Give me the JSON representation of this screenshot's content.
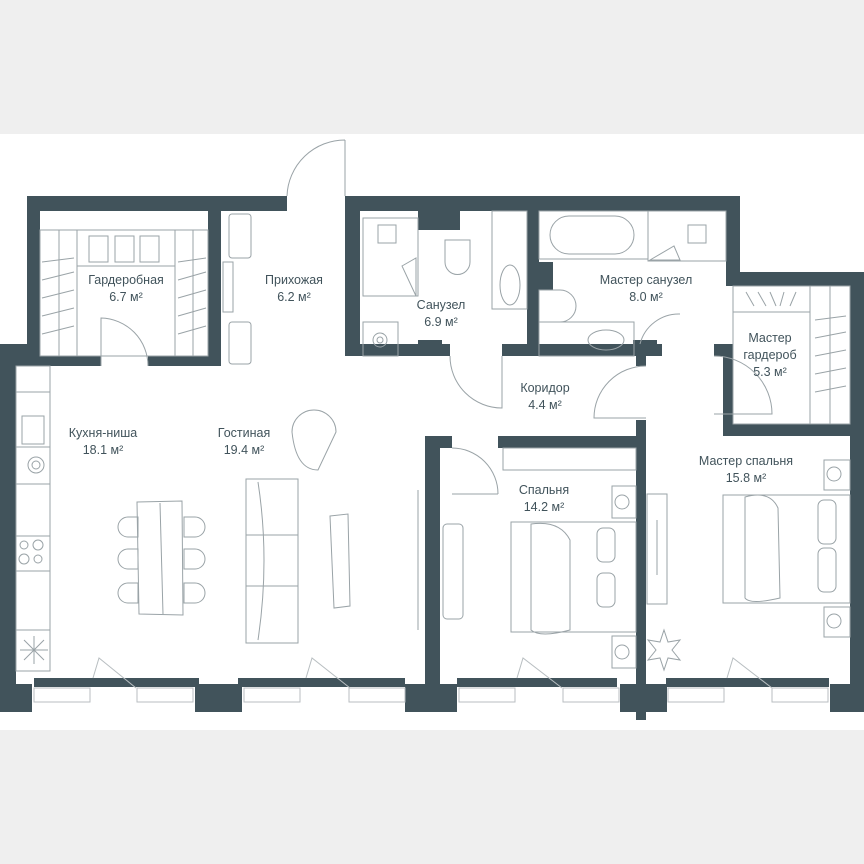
{
  "plan": {
    "colors": {
      "wall": "#41535b",
      "background": "#ffffff",
      "page": "#efefef",
      "fixture_line": "#9aa3a7",
      "label_text": "#41535b"
    },
    "unit": "м²",
    "rooms": [
      {
        "id": "wardrobe",
        "name": "Гардеробная",
        "area": "6.7 м²"
      },
      {
        "id": "hallway",
        "name": "Прихожая",
        "area": "6.2 м²"
      },
      {
        "id": "bathroom",
        "name": "Санузел",
        "area": "6.9 м²"
      },
      {
        "id": "master-bathroom",
        "name": "Мастер санузел",
        "area": "8.0 м²"
      },
      {
        "id": "master-wardrobe",
        "name": "Мастер гардероб",
        "name_line1": "Мастер",
        "name_line2": "гардероб",
        "area": "5.3 м²"
      },
      {
        "id": "corridor",
        "name": "Коридор",
        "area": "4.4 м²"
      },
      {
        "id": "kitchen-niche",
        "name": "Кухня-ниша",
        "area": "18.1 м²"
      },
      {
        "id": "living-room",
        "name": "Гостиная",
        "area": "19.4 м²"
      },
      {
        "id": "bedroom",
        "name": "Спальня",
        "area": "14.2 м²"
      },
      {
        "id": "master-bedroom",
        "name": "Мастер спальня",
        "area": "15.8 м²"
      }
    ]
  }
}
